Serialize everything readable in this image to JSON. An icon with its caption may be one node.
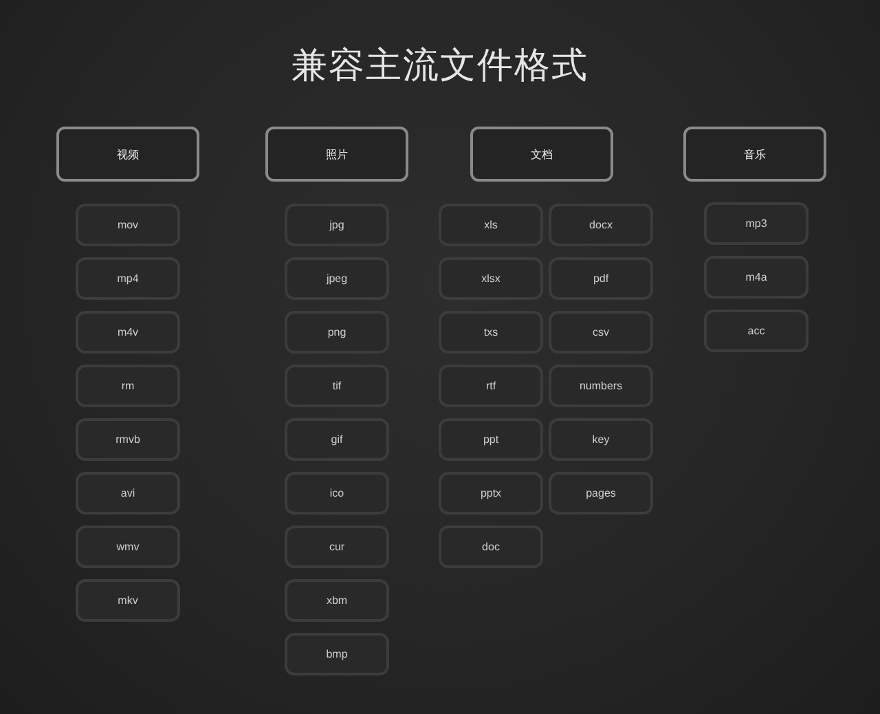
{
  "diagram": {
    "title": "兼容主流文件格式",
    "nodes": [
      {
        "text": [
          "视频"
        ]
      },
      {
        "text": [
          "mov"
        ]
      },
      {
        "text": [
          "mp4"
        ]
      },
      {
        "text": [
          "m4v"
        ]
      },
      {
        "text": [
          "rm"
        ]
      },
      {
        "text": [
          "rmvb"
        ]
      },
      {
        "text": [
          "avi"
        ]
      },
      {
        "text": [
          "wmv"
        ]
      },
      {
        "text": [
          "mkv"
        ]
      },
      {
        "text": [
          "照片"
        ]
      },
      {
        "text": [
          "jpg"
        ]
      },
      {
        "text": [
          "jpeg"
        ]
      },
      {
        "text": [
          "png"
        ]
      },
      {
        "text": [
          "tif"
        ]
      },
      {
        "text": [
          "gif"
        ]
      },
      {
        "text": [
          "ico"
        ]
      },
      {
        "text": [
          "cur"
        ]
      },
      {
        "text": [
          "xbm"
        ]
      },
      {
        "text": [
          "bmp"
        ]
      },
      {
        "text": [
          "文档"
        ]
      },
      {
        "text": [
          "xls"
        ]
      },
      {
        "text": [
          "docx"
        ]
      },
      {
        "text": [
          "xlsx"
        ]
      },
      {
        "text": [
          "pdf"
        ]
      },
      {
        "text": [
          "txs"
        ]
      },
      {
        "text": [
          "csv"
        ]
      },
      {
        "text": [
          "rtf"
        ]
      },
      {
        "text": [
          "numbers"
        ]
      },
      {
        "text": [
          "ppt"
        ]
      },
      {
        "text": [
          "key"
        ]
      },
      {
        "text": [
          "pptx"
        ]
      },
      {
        "text": [
          "pages"
        ]
      },
      {
        "text": [
          "doc"
        ]
      },
      {
        "text": [
          "音乐"
        ]
      },
      {
        "text": [
          "mp3"
        ]
      },
      {
        "text": [
          "m4a"
        ]
      },
      {
        "text": [
          "acc"
        ]
      }
    ]
  }
}
